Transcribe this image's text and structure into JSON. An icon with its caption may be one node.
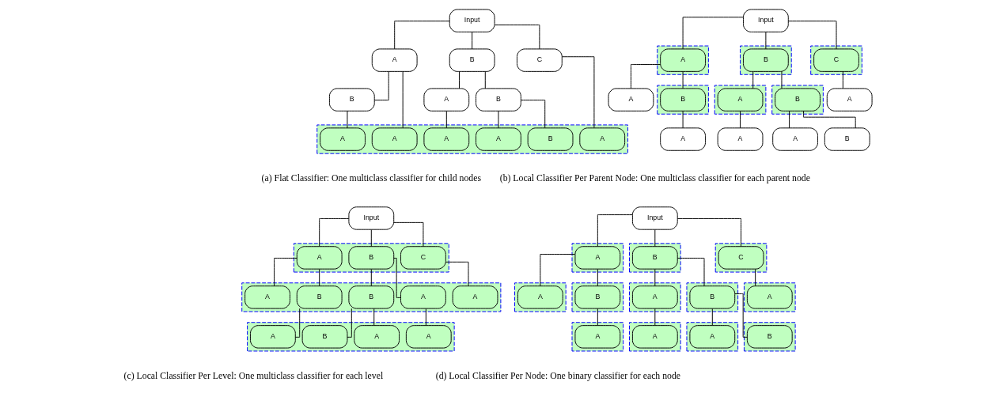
{
  "diagram": {
    "nodes": [
      {
        "text": [
          "Input"
        ]
      },
      {
        "text": [
          "A"
        ]
      },
      {
        "text": [
          "B"
        ]
      },
      {
        "text": [
          "C"
        ]
      },
      {
        "text": [
          "B"
        ]
      },
      {
        "text": [
          "A"
        ]
      },
      {
        "text": [
          "B"
        ]
      },
      {
        "text": [],
        "shape": "box"
      },
      {
        "text": [
          "A"
        ],
        "in": 7
      },
      {
        "text": [
          "A"
        ],
        "in": 7
      },
      {
        "text": [
          "A"
        ],
        "in": 7
      },
      {
        "text": [
          "A"
        ],
        "in": 7
      },
      {
        "text": [
          "B"
        ],
        "in": 7
      },
      {
        "text": [
          "A"
        ],
        "in": 7
      },
      {
        "text": [
          "Input"
        ]
      },
      {
        "text": [],
        "shape": "box"
      },
      {
        "text": [
          "A"
        ],
        "in": 15
      },
      {
        "text": [],
        "shape": "box"
      },
      {
        "text": [
          "B"
        ],
        "in": 17
      },
      {
        "text": [],
        "shape": "box"
      },
      {
        "text": [
          "C"
        ],
        "in": 19
      },
      {
        "text": [
          "A"
        ]
      },
      {
        "text": [],
        "shape": "box"
      },
      {
        "text": [
          "B"
        ],
        "in": 22
      },
      {
        "text": [],
        "shape": "box"
      },
      {
        "text": [
          "A"
        ],
        "in": 24
      },
      {
        "text": [],
        "shape": "box"
      },
      {
        "text": [
          "B"
        ],
        "in": 26
      },
      {
        "text": [
          "A"
        ]
      },
      {
        "text": [
          "A"
        ]
      },
      {
        "text": [
          "A"
        ]
      },
      {
        "text": [
          "A"
        ]
      },
      {
        "text": [
          "B"
        ]
      },
      {
        "text": [
          "Input"
        ]
      },
      {
        "text": [],
        "shape": "box"
      },
      {
        "text": [
          "A"
        ],
        "in": 34
      },
      {
        "text": [
          "B"
        ],
        "in": 34
      },
      {
        "text": [
          "C"
        ],
        "in": 34
      },
      {
        "text": [],
        "shape": "box"
      },
      {
        "text": [
          "A"
        ],
        "in": 38
      },
      {
        "text": [
          "B"
        ],
        "in": 38
      },
      {
        "text": [
          "A"
        ],
        "in": 38
      },
      {
        "text": [
          "B"
        ],
        "in": 38
      },
      {
        "text": [
          "A"
        ],
        "in": 38
      },
      {
        "text": [],
        "shape": "box"
      },
      {
        "text": [
          "A"
        ],
        "in": 44
      },
      {
        "text": [
          "A"
        ],
        "in": 44
      },
      {
        "text": [
          "A"
        ],
        "in": 44
      },
      {
        "text": [
          "B"
        ],
        "in": 44
      },
      {
        "text": [
          "Input"
        ]
      },
      {
        "text": [],
        "shape": "box"
      },
      {
        "text": [
          "A"
        ],
        "in": 50
      },
      {
        "text": [],
        "shape": "box"
      },
      {
        "text": [
          "B"
        ],
        "in": 52
      },
      {
        "text": [],
        "shape": "box"
      },
      {
        "text": [
          "C"
        ],
        "in": 54
      },
      {
        "text": [],
        "shape": "box"
      },
      {
        "text": [
          "A"
        ],
        "in": 56
      },
      {
        "text": [],
        "shape": "box"
      },
      {
        "text": [
          "B"
        ],
        "in": 58
      },
      {
        "text": [],
        "shape": "box"
      },
      {
        "text": [
          "A"
        ],
        "in": 60
      },
      {
        "text": [],
        "shape": "box"
      },
      {
        "text": [
          "B"
        ],
        "in": 62
      },
      {
        "text": [],
        "shape": "box"
      },
      {
        "text": [
          "A"
        ],
        "in": 64
      },
      {
        "text": [],
        "shape": "box"
      },
      {
        "text": [
          "A"
        ],
        "in": 66
      },
      {
        "text": [],
        "shape": "box"
      },
      {
        "text": [
          "A"
        ],
        "in": 68
      },
      {
        "text": [],
        "shape": "box"
      },
      {
        "text": [
          "A"
        ],
        "in": 70
      },
      {
        "text": [],
        "shape": "box"
      },
      {
        "text": [
          "B"
        ],
        "in": 72
      }
    ],
    "edges": [
      {
        "from": 0,
        "to": 1,
        "arrow": "none"
      },
      {
        "from": 0,
        "to": 2,
        "arrow": "none"
      },
      {
        "from": 0,
        "to": 3,
        "arrow": "none"
      },
      {
        "from": 1,
        "to": 8,
        "arrow": "none"
      },
      {
        "from": 1,
        "to": 4,
        "arrow": "none"
      },
      {
        "from": 4,
        "to": 9,
        "arrow": "none"
      },
      {
        "from": 2,
        "to": 5,
        "arrow": "none"
      },
      {
        "from": 2,
        "to": 6,
        "arrow": "none"
      },
      {
        "from": 5,
        "to": 10,
        "arrow": "none"
      },
      {
        "from": 6,
        "to": 11,
        "arrow": "none"
      },
      {
        "from": 6,
        "to": 12,
        "arrow": "none"
      },
      {
        "from": 3,
        "to": 13,
        "arrow": "none"
      },
      {
        "from": 14,
        "to": 16,
        "arrow": "none"
      },
      {
        "from": 14,
        "to": 18,
        "arrow": "none"
      },
      {
        "from": 14,
        "to": 20,
        "arrow": "none"
      },
      {
        "from": 16,
        "to": 21,
        "arrow": "none"
      },
      {
        "from": 16,
        "to": 23,
        "arrow": "none"
      },
      {
        "from": 18,
        "to": 25,
        "arrow": "none"
      },
      {
        "from": 18,
        "to": 27,
        "arrow": "none"
      },
      {
        "from": 20,
        "to": 28,
        "arrow": "none"
      },
      {
        "from": 23,
        "to": 29,
        "arrow": "none"
      },
      {
        "from": 25,
        "to": 30,
        "arrow": "none"
      },
      {
        "from": 27,
        "to": 31,
        "arrow": "none"
      },
      {
        "from": 27,
        "to": 32,
        "arrow": "none"
      },
      {
        "from": 33,
        "to": 35,
        "arrow": "none"
      },
      {
        "from": 33,
        "to": 36,
        "arrow": "none"
      },
      {
        "from": 33,
        "to": 37,
        "arrow": "none"
      },
      {
        "from": 35,
        "to": 39,
        "arrow": "none"
      },
      {
        "from": 35,
        "to": 40,
        "arrow": "none"
      },
      {
        "from": 36,
        "to": 41,
        "arrow": "none"
      },
      {
        "from": 36,
        "to": 42,
        "arrow": "none"
      },
      {
        "from": 37,
        "to": 43,
        "arrow": "none"
      },
      {
        "from": 40,
        "to": 45,
        "arrow": "none"
      },
      {
        "from": 41,
        "to": 46,
        "arrow": "none"
      },
      {
        "from": 42,
        "to": 47,
        "arrow": "none"
      },
      {
        "from": 42,
        "to": 48,
        "arrow": "none"
      },
      {
        "from": 49,
        "to": 51,
        "arrow": "none"
      },
      {
        "from": 49,
        "to": 53,
        "arrow": "none"
      },
      {
        "from": 49,
        "to": 55,
        "arrow": "none"
      },
      {
        "from": 51,
        "to": 57,
        "arrow": "none"
      },
      {
        "from": 51,
        "to": 59,
        "arrow": "none"
      },
      {
        "from": 53,
        "to": 61,
        "arrow": "none"
      },
      {
        "from": 53,
        "to": 63,
        "arrow": "none"
      },
      {
        "from": 55,
        "to": 65,
        "arrow": "none"
      },
      {
        "from": 59,
        "to": 67,
        "arrow": "none"
      },
      {
        "from": 61,
        "to": 69,
        "arrow": "none"
      },
      {
        "from": 63,
        "to": 71,
        "arrow": "none"
      },
      {
        "from": 63,
        "to": 73,
        "arrow": "none"
      }
    ],
    "labels": [
      "(a) Flat Classifier: One multiclass classifier for child nodes",
      "(b) Local Classifier Per Parent Node: One multiclass classifier for each parent node",
      "(c) Local Classifier Per Level: One multiclass classifier for each level",
      "(d) Local Classifier Per Node: One binary classifier for each node"
    ]
  }
}
